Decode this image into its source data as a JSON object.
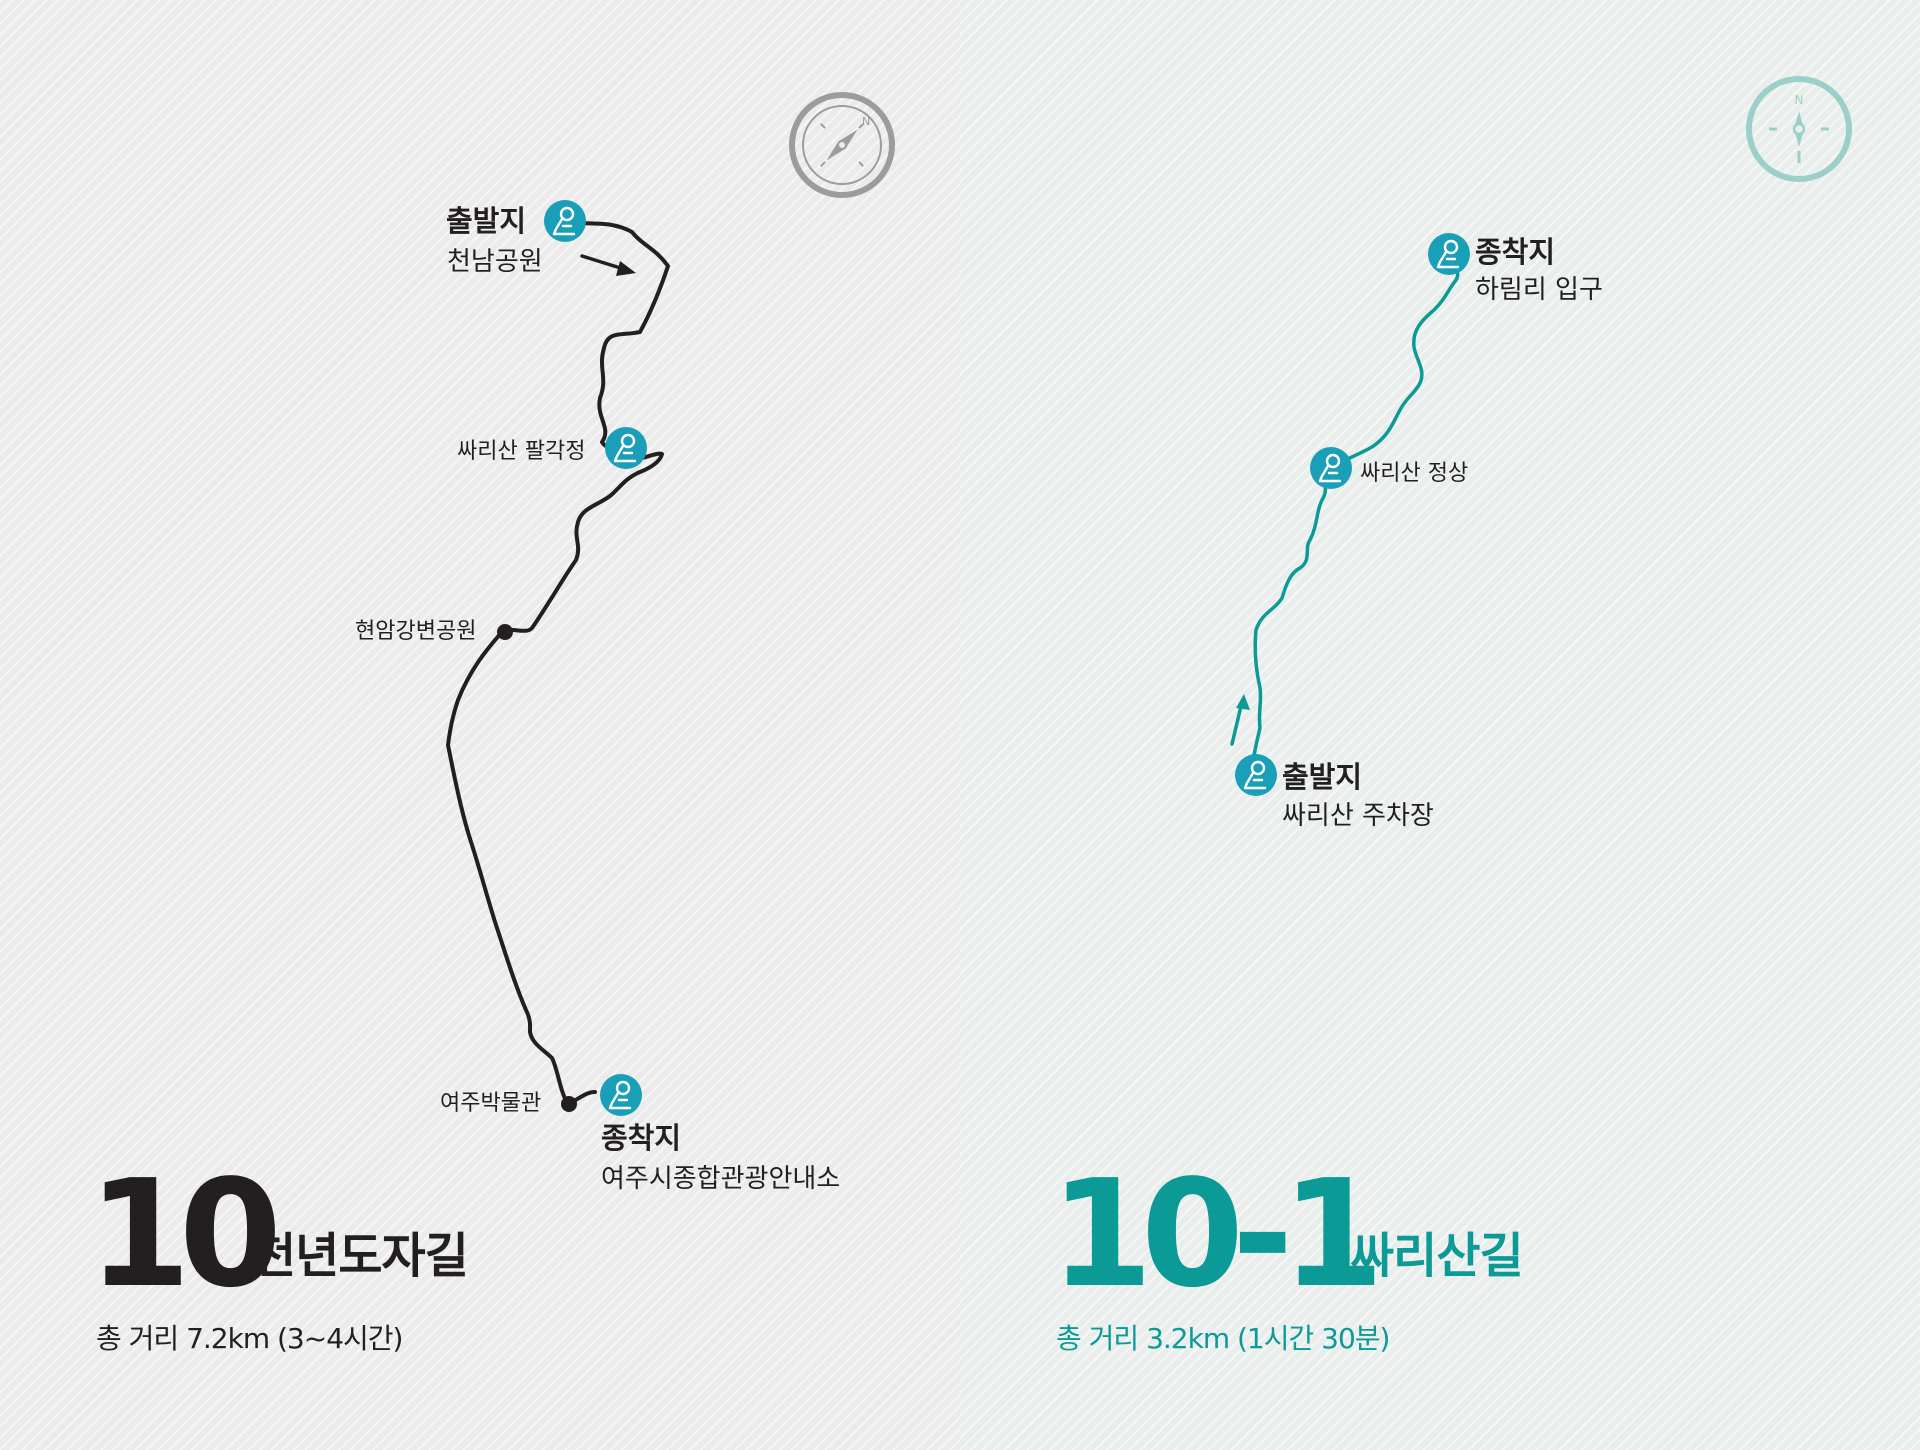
{
  "colors": {
    "left_route": "#231f20",
    "right_route": "#0b9a95",
    "marker_fill": "#1a9fb8",
    "compass_left": "#9c9c9c",
    "compass_right": "#9ccfca"
  },
  "left": {
    "route_number": "10",
    "route_name": "천년도자길",
    "distance": "총 거리 7.2km (3~4시간)",
    "start": {
      "title": "출발지",
      "name": "천남공원"
    },
    "waypoint1": "싸리산 팔각정",
    "waypoint2": "현암강변공원",
    "waypoint3": "여주박물관",
    "end": {
      "title": "종착지",
      "name": "여주시종합관광안내소"
    },
    "compass_icon": "compass-icon"
  },
  "right": {
    "route_number": "10-1",
    "route_name": "싸리산길",
    "distance": "총 거리 3.2km (1시간 30분)",
    "start": {
      "title": "출발지",
      "name": "싸리산 주차장"
    },
    "waypoint1": "싸리산 정상",
    "end": {
      "title": "종착지",
      "name": "하림리 입구"
    },
    "compass_icon": "compass-icon",
    "compass_north": "N"
  }
}
